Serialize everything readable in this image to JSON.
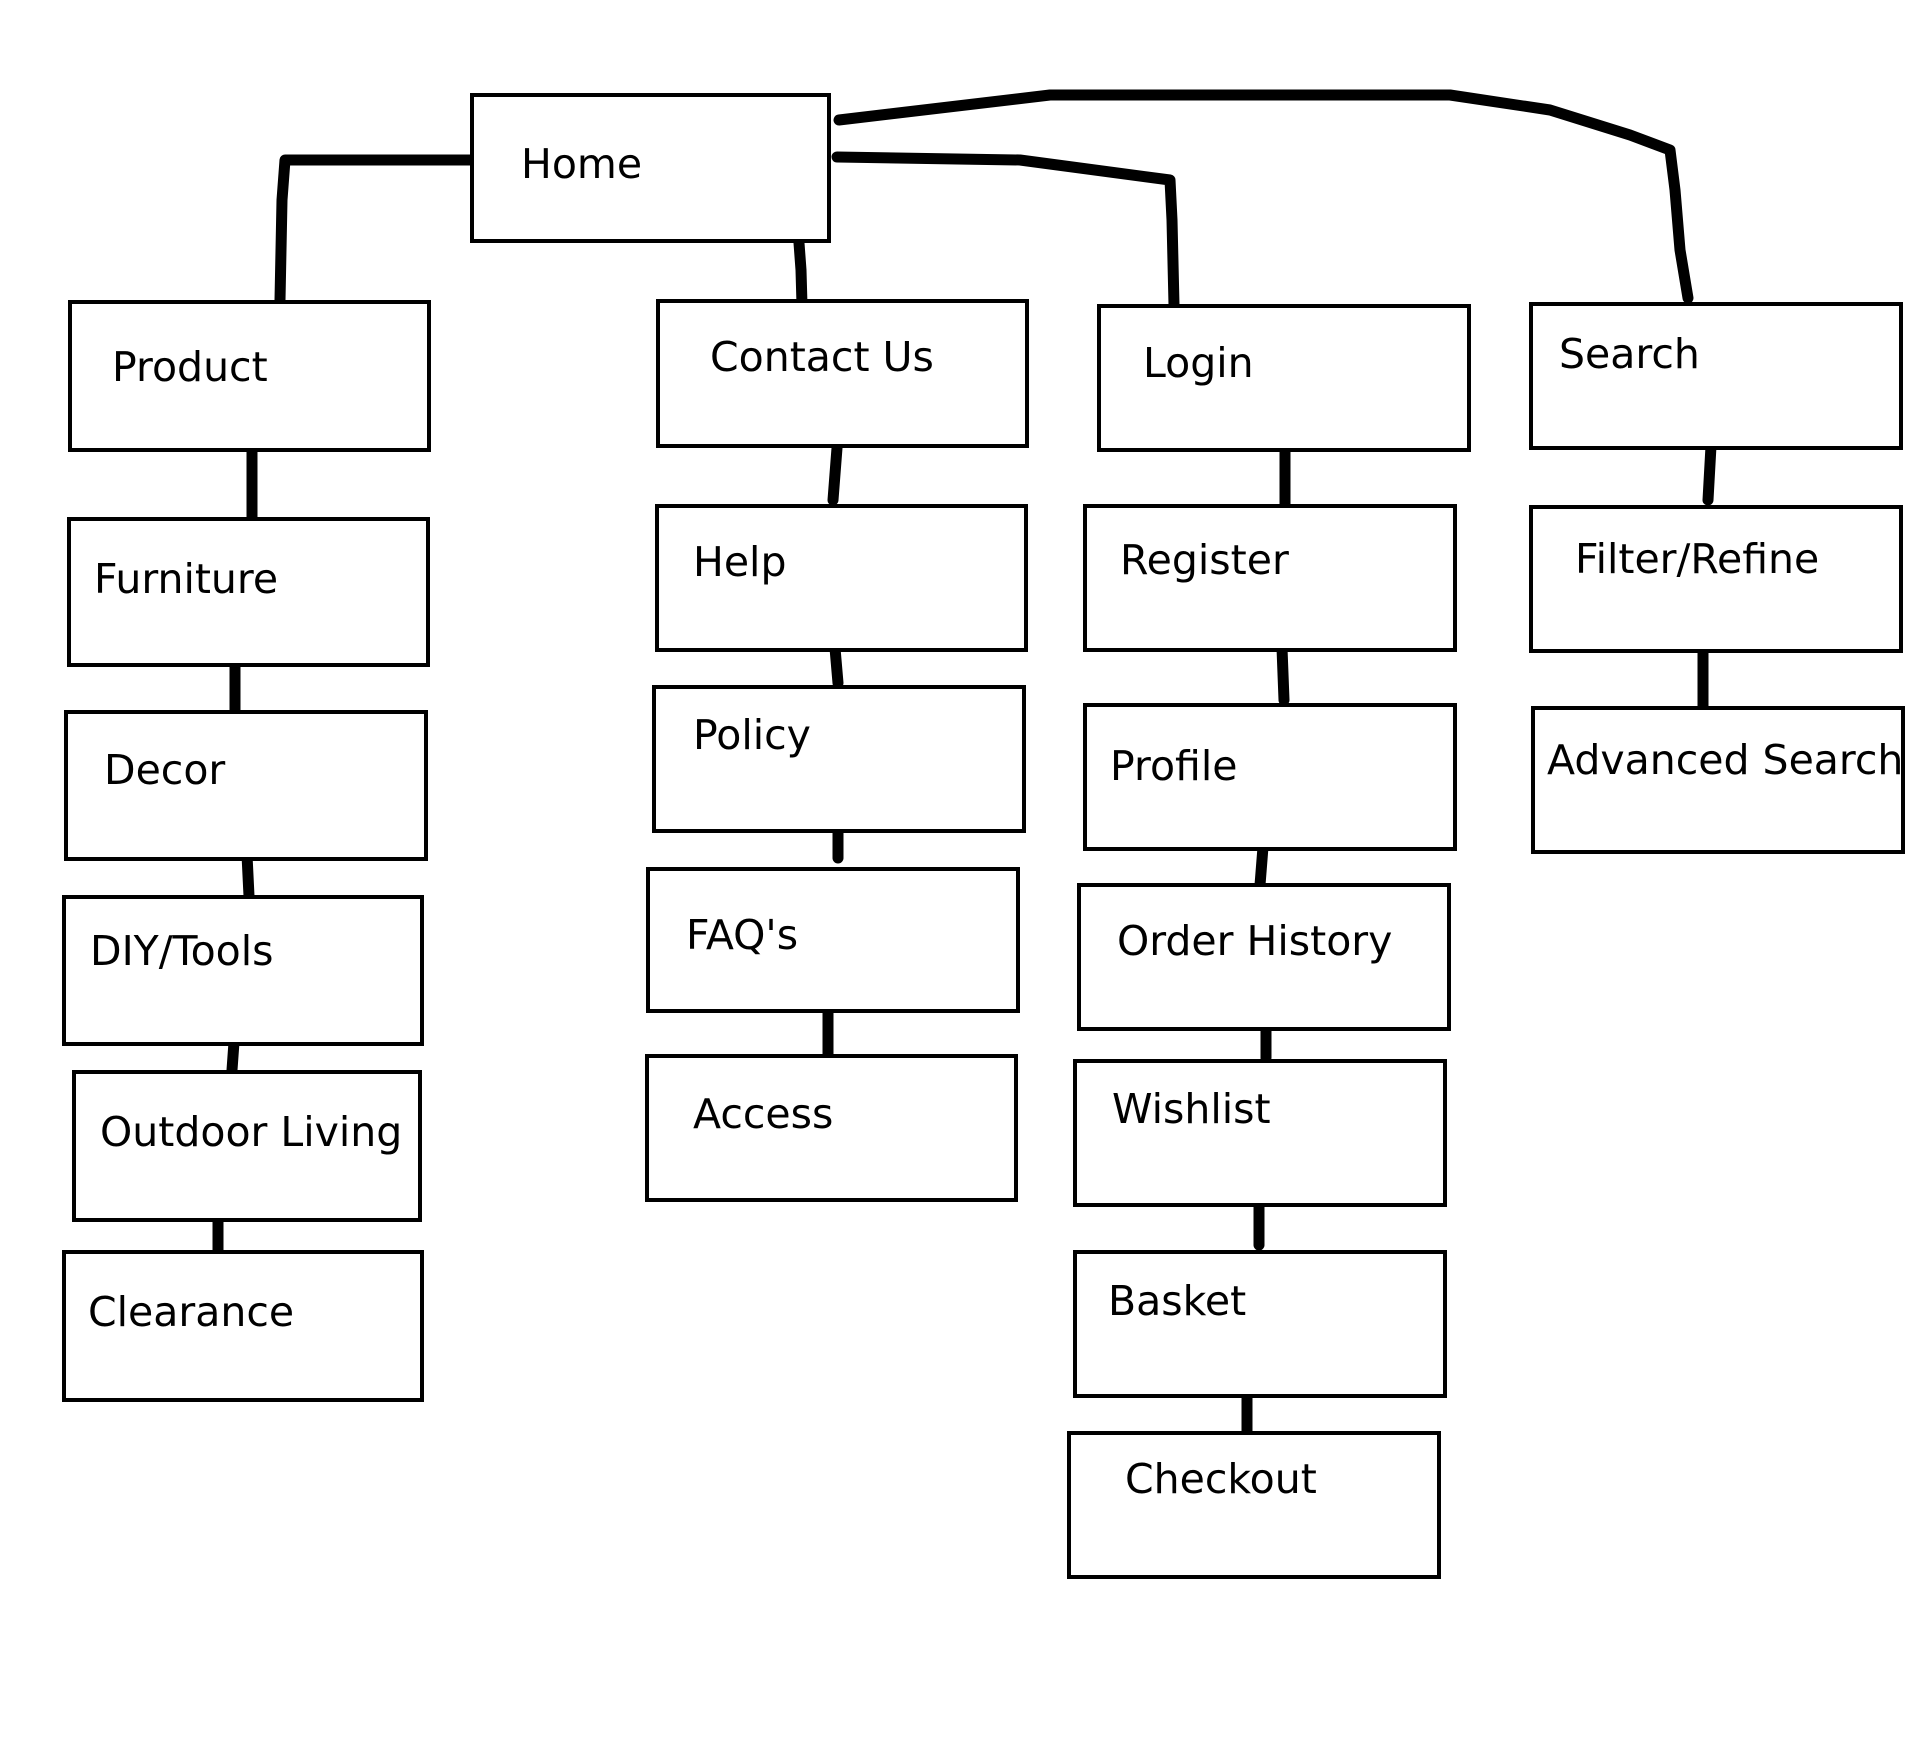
{
  "diagram": {
    "type": "sitemap",
    "root": {
      "id": "home",
      "label": "Home"
    },
    "columns": [
      {
        "id": "product",
        "label": "Product",
        "children": [
          "Furniture",
          "Decor",
          "DIY/Tools",
          "Outdoor Living",
          "Clearance"
        ]
      },
      {
        "id": "contact",
        "label": "Contact Us",
        "children": [
          "Help",
          "Policy",
          "FAQ's",
          "Access"
        ]
      },
      {
        "id": "login",
        "label": "Login",
        "children": [
          "Register",
          "Profile",
          "Order History",
          "Wishlist",
          "Basket",
          "Checkout"
        ]
      },
      {
        "id": "search",
        "label": "Search",
        "children": [
          "Filter/Refine",
          "Advanced Search"
        ]
      }
    ],
    "colors": {
      "stroke": "#000000",
      "fill": "#ffffff",
      "background": "#ffffff"
    }
  }
}
